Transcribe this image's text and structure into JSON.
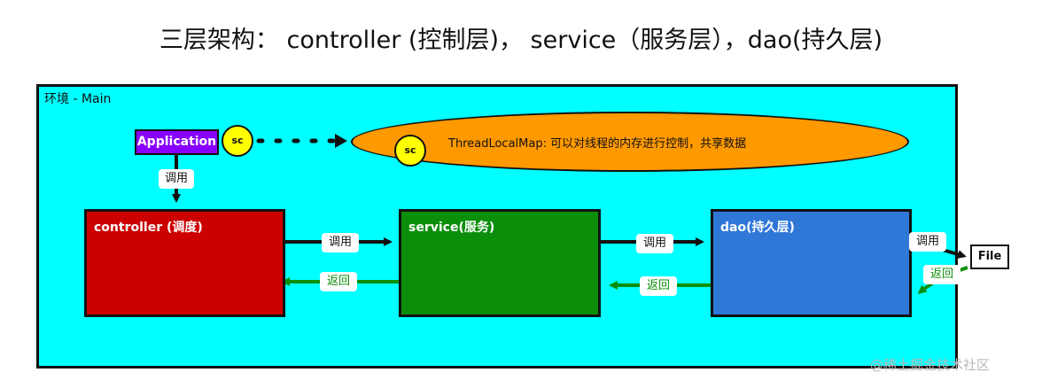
{
  "title": "三层架构： controller (控制层)， service（服务层），dao(持久层)",
  "environment": {
    "label": "环境 - Main"
  },
  "application": {
    "label": "Application",
    "sc_label": "sc"
  },
  "threadlocal": {
    "label": "ThreadLocalMap: 可以对线程的内存进行控制，共享数据",
    "sc_label": "sc"
  },
  "layers": {
    "controller": {
      "label": "controller (调度)"
    },
    "service": {
      "label": "service(服务)"
    },
    "dao": {
      "label": "dao(持久层)"
    }
  },
  "file": {
    "label": "File"
  },
  "edges": {
    "call_label": "调用",
    "return_label": "返回"
  },
  "watermark": "@稀土掘金技术社区",
  "colors": {
    "environment": "#00ffff",
    "application": "#8800ff",
    "sc": "#ffff00",
    "threadlocal": "#ff9900",
    "controller": "#cc0000",
    "service": "#0b8f0b",
    "dao": "#2f78d8",
    "return_arrow": "#0b8f0b"
  }
}
